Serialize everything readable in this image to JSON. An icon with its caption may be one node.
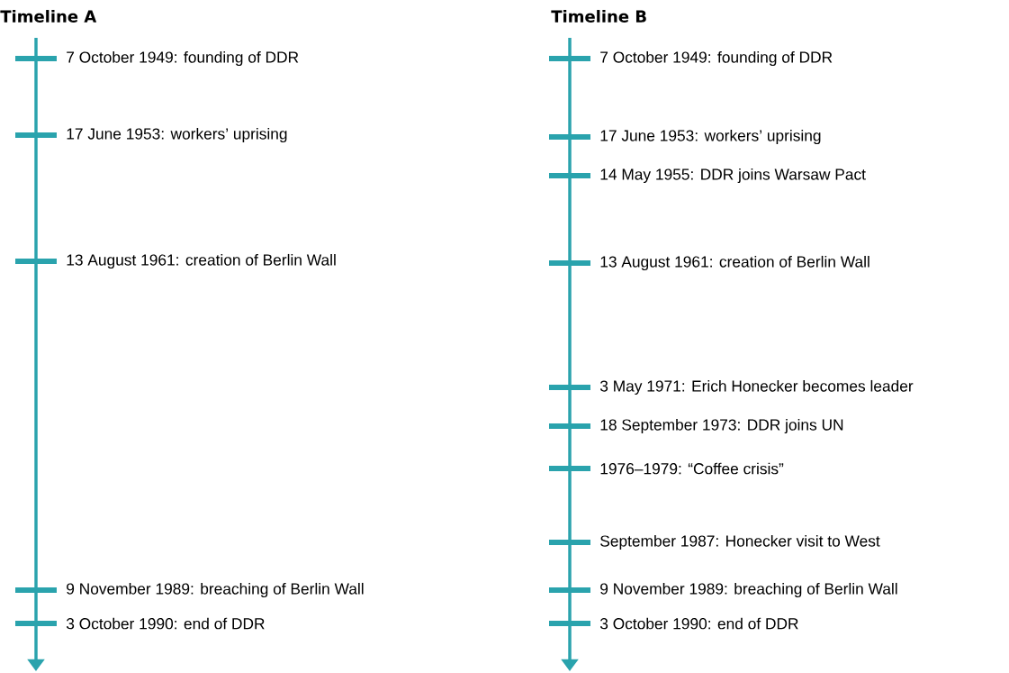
{
  "diagram": {
    "labels": [
      "Timeline A",
      "7 October 1949: founding of DDR",
      "17 June 1953: workers’ uprising",
      "13 August 1961: creation of Berlin Wall",
      "9 November 1989: breaching of Berlin Wall",
      "3 October 1990: end of DDR",
      "Timeline B",
      "7 October 1949: founding of DDR",
      "17 June 1953: workers’ uprising",
      "14 May 1955: DDR joins Warsaw Pact",
      "13 August 1961: creation of Berlin Wall",
      "3 May 1971: Erich Honecker becomes leader",
      "18 September 1973: DDR joins UN",
      "1976–1979: “Coffee crisis”",
      "September 1987: Honecker visit to West",
      "9 November 1989: breaching of Berlin Wall",
      "3 October 1990: end of DDR"
    ]
  }
}
